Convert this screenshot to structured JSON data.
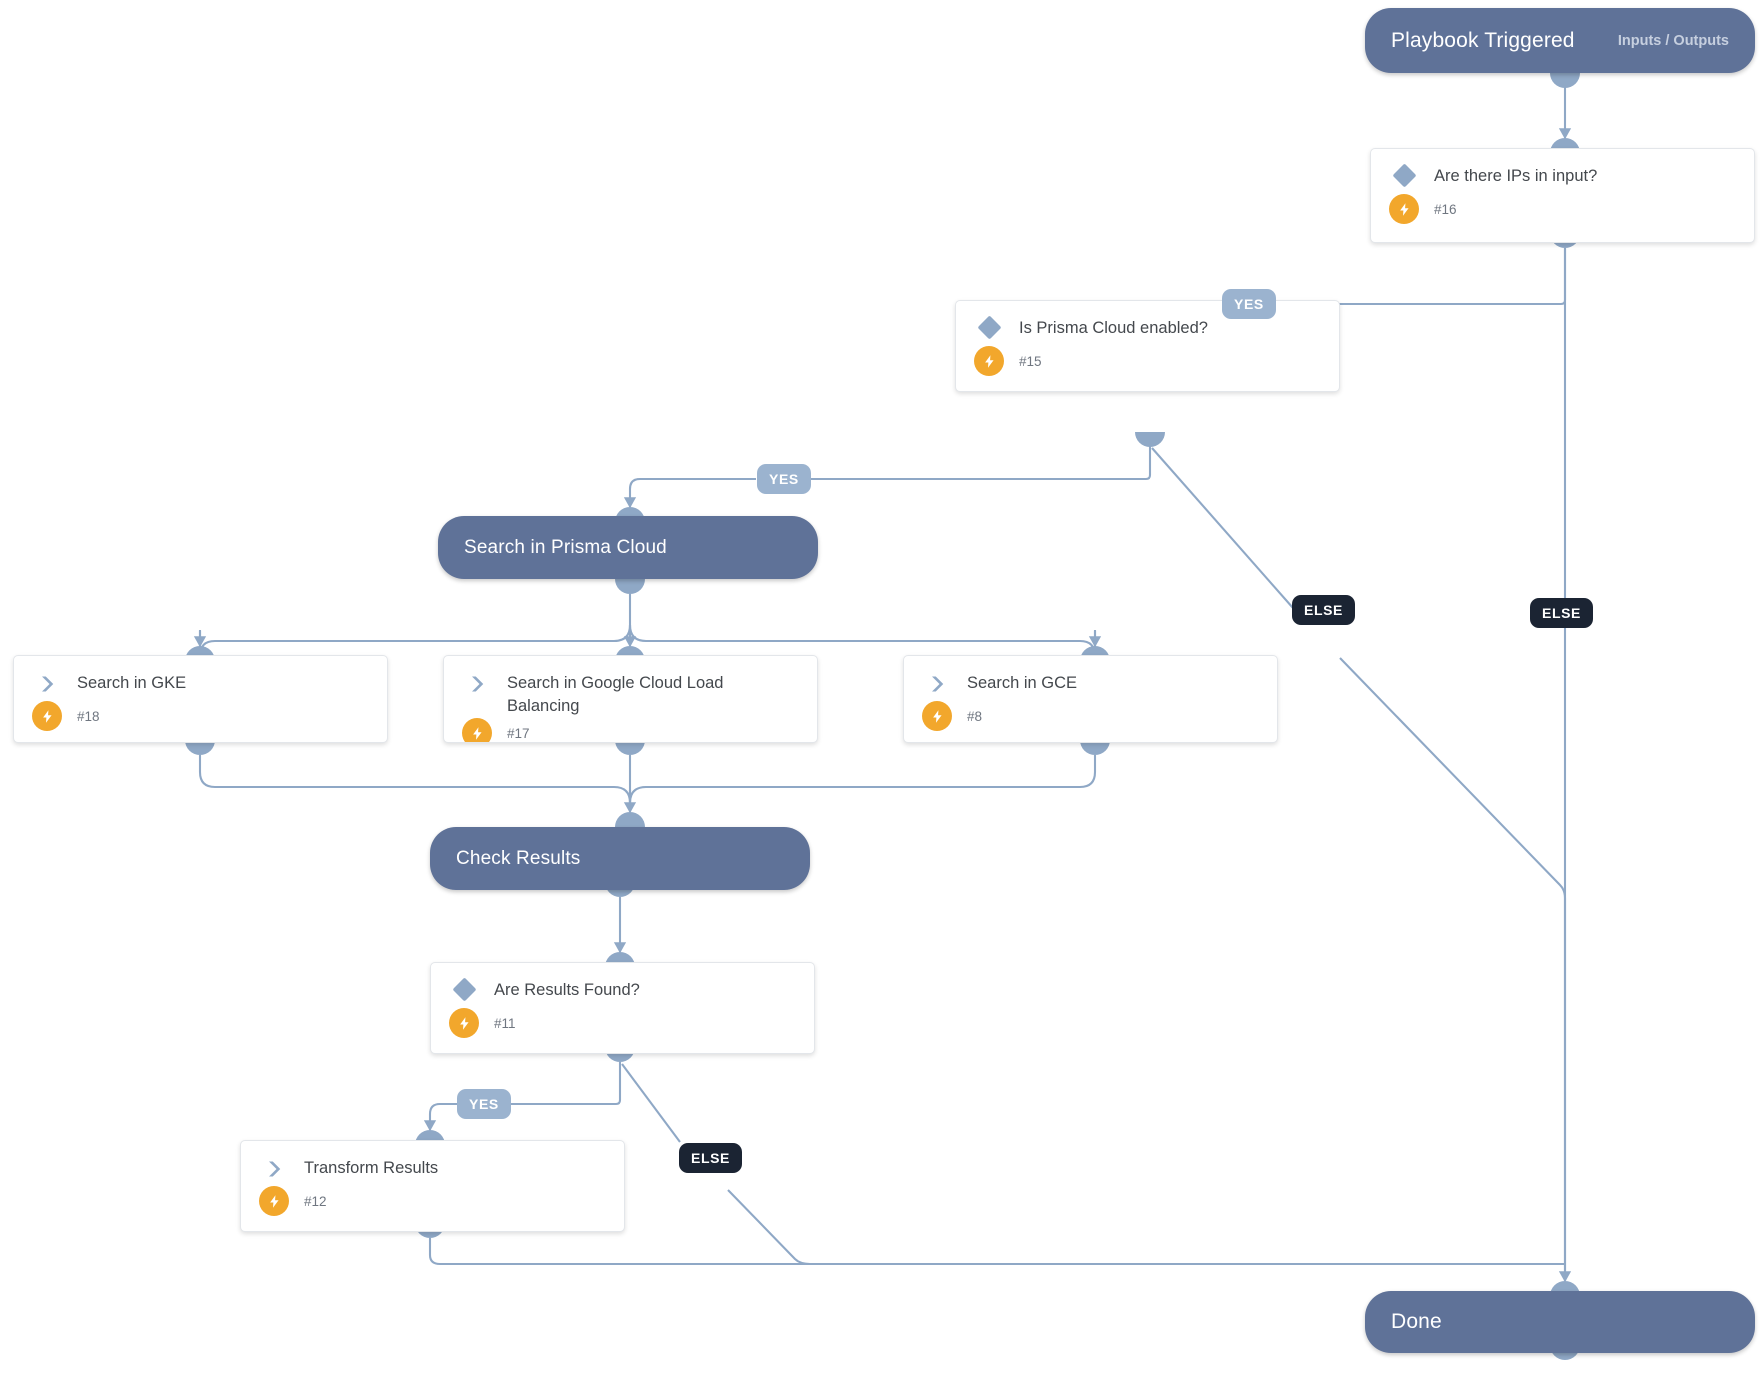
{
  "diagram": {
    "title": "Playbook workflow",
    "colors": {
      "section_fill": "#5f7298",
      "card_fill": "#ffffff",
      "edge_stroke": "#8fa8c6",
      "knob_fill": "#8fa8c6",
      "yes_badge": "#9bb3cf",
      "else_badge": "#1b2433",
      "bolt_badge": "#f2a72c",
      "icon_blue": "#8fa8c6",
      "card_text": "#44484d",
      "card_id_text": "#6f7680"
    }
  },
  "nodes": {
    "playbook_triggered": {
      "label": "Playbook Triggered",
      "sublabel": "Inputs / Outputs",
      "type": "section"
    },
    "are_there_ips": {
      "label": "Are there IPs in input?",
      "id": "#16",
      "type": "condition",
      "icon": "diamond-icon"
    },
    "is_prisma_cloud_enabled": {
      "label": "Is Prisma Cloud enabled?",
      "id": "#15",
      "type": "condition",
      "icon": "diamond-icon"
    },
    "search_in_prisma_cloud": {
      "label": "Search in Prisma Cloud",
      "type": "section"
    },
    "search_in_gke": {
      "label": "Search in GKE",
      "id": "#18",
      "type": "task",
      "icon": "chevron-icon"
    },
    "search_in_google_cloud_load_balancing": {
      "label": "Search in Google Cloud Load Balancing",
      "id": "#17",
      "type": "task",
      "icon": "chevron-icon"
    },
    "search_in_gce": {
      "label": "Search in GCE",
      "id": "#8",
      "type": "task",
      "icon": "chevron-icon"
    },
    "check_results": {
      "label": "Check Results",
      "type": "section"
    },
    "are_results_found": {
      "label": "Are Results Found?",
      "id": "#11",
      "type": "condition",
      "icon": "diamond-icon"
    },
    "transform_results": {
      "label": "Transform Results",
      "id": "#12",
      "type": "task",
      "icon": "chevron-icon"
    },
    "done": {
      "label": "Done",
      "type": "section"
    }
  },
  "edge_labels": {
    "yes_ips": "YES",
    "else_ips": "ELSE",
    "yes_prisma": "YES",
    "else_prisma": "ELSE",
    "yes_results": "YES",
    "else_results": "ELSE"
  }
}
